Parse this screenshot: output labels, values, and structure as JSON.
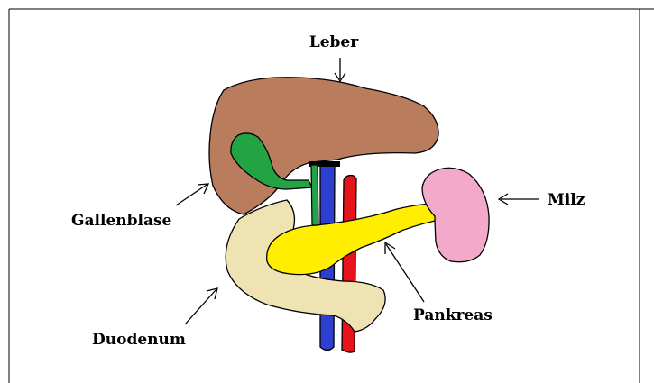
{
  "labels": {
    "liver": "Leber",
    "gallbladder": "Gallenblase",
    "spleen": "Milz",
    "pancreas": "Pankreas",
    "duodenum": "Duodenum"
  },
  "colors": {
    "liver": "#b97c5c",
    "gallbladder": "#22a444",
    "duodenum": "#efe3b4",
    "pancreas": "#ffee00",
    "spleen": "#f3a9c9",
    "vein": "#2d3fd1",
    "artery": "#e8141b",
    "bile_duct": "#22a444",
    "outline": "#000000"
  }
}
